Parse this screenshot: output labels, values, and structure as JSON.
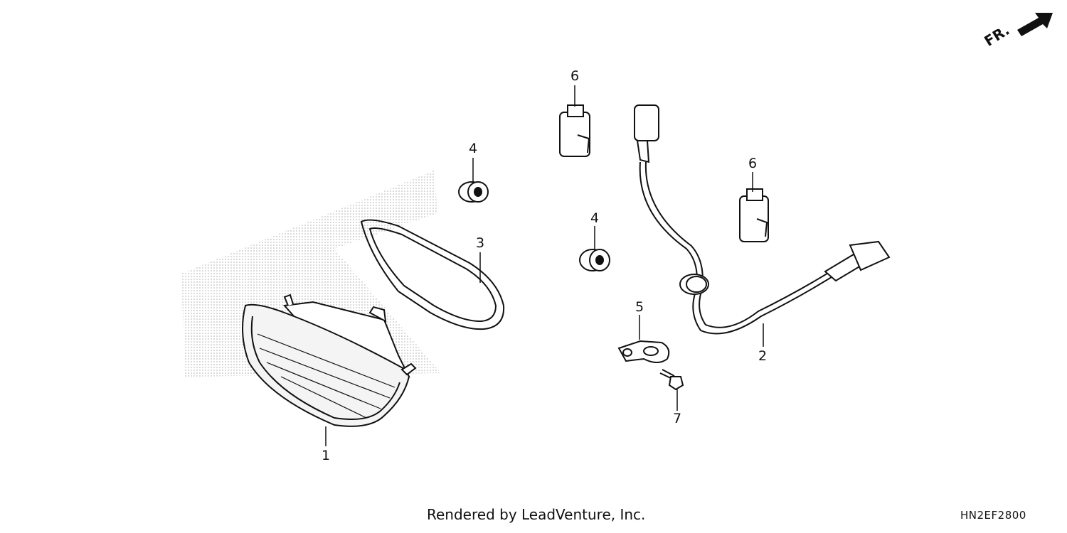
{
  "orientation": {
    "label": "FR.",
    "icon": "front-direction-arrow-icon"
  },
  "callouts": {
    "c1": "1",
    "c2": "2",
    "c3": "3",
    "c4a": "4",
    "c4b": "4",
    "c5": "5",
    "c6a": "6",
    "c6b": "6",
    "c7": "7"
  },
  "footer": {
    "credit": "Rendered by LeadVenture, Inc.",
    "diagram_code": "HN2EF2800"
  },
  "parts": [
    {
      "ref": "1",
      "icon": "taillight-assembly-icon"
    },
    {
      "ref": "2",
      "icon": "wire-harness-icon"
    },
    {
      "ref": "3",
      "icon": "lens-gasket-icon"
    },
    {
      "ref": "4",
      "icon": "rubber-grommet-icon"
    },
    {
      "ref": "5",
      "icon": "cable-clamp-icon"
    },
    {
      "ref": "6",
      "icon": "bulb-socket-icon"
    },
    {
      "ref": "7",
      "icon": "bolt-icon"
    }
  ],
  "colors": {
    "line": "#111111",
    "shading": "#9a9a9a",
    "background": "#ffffff"
  }
}
